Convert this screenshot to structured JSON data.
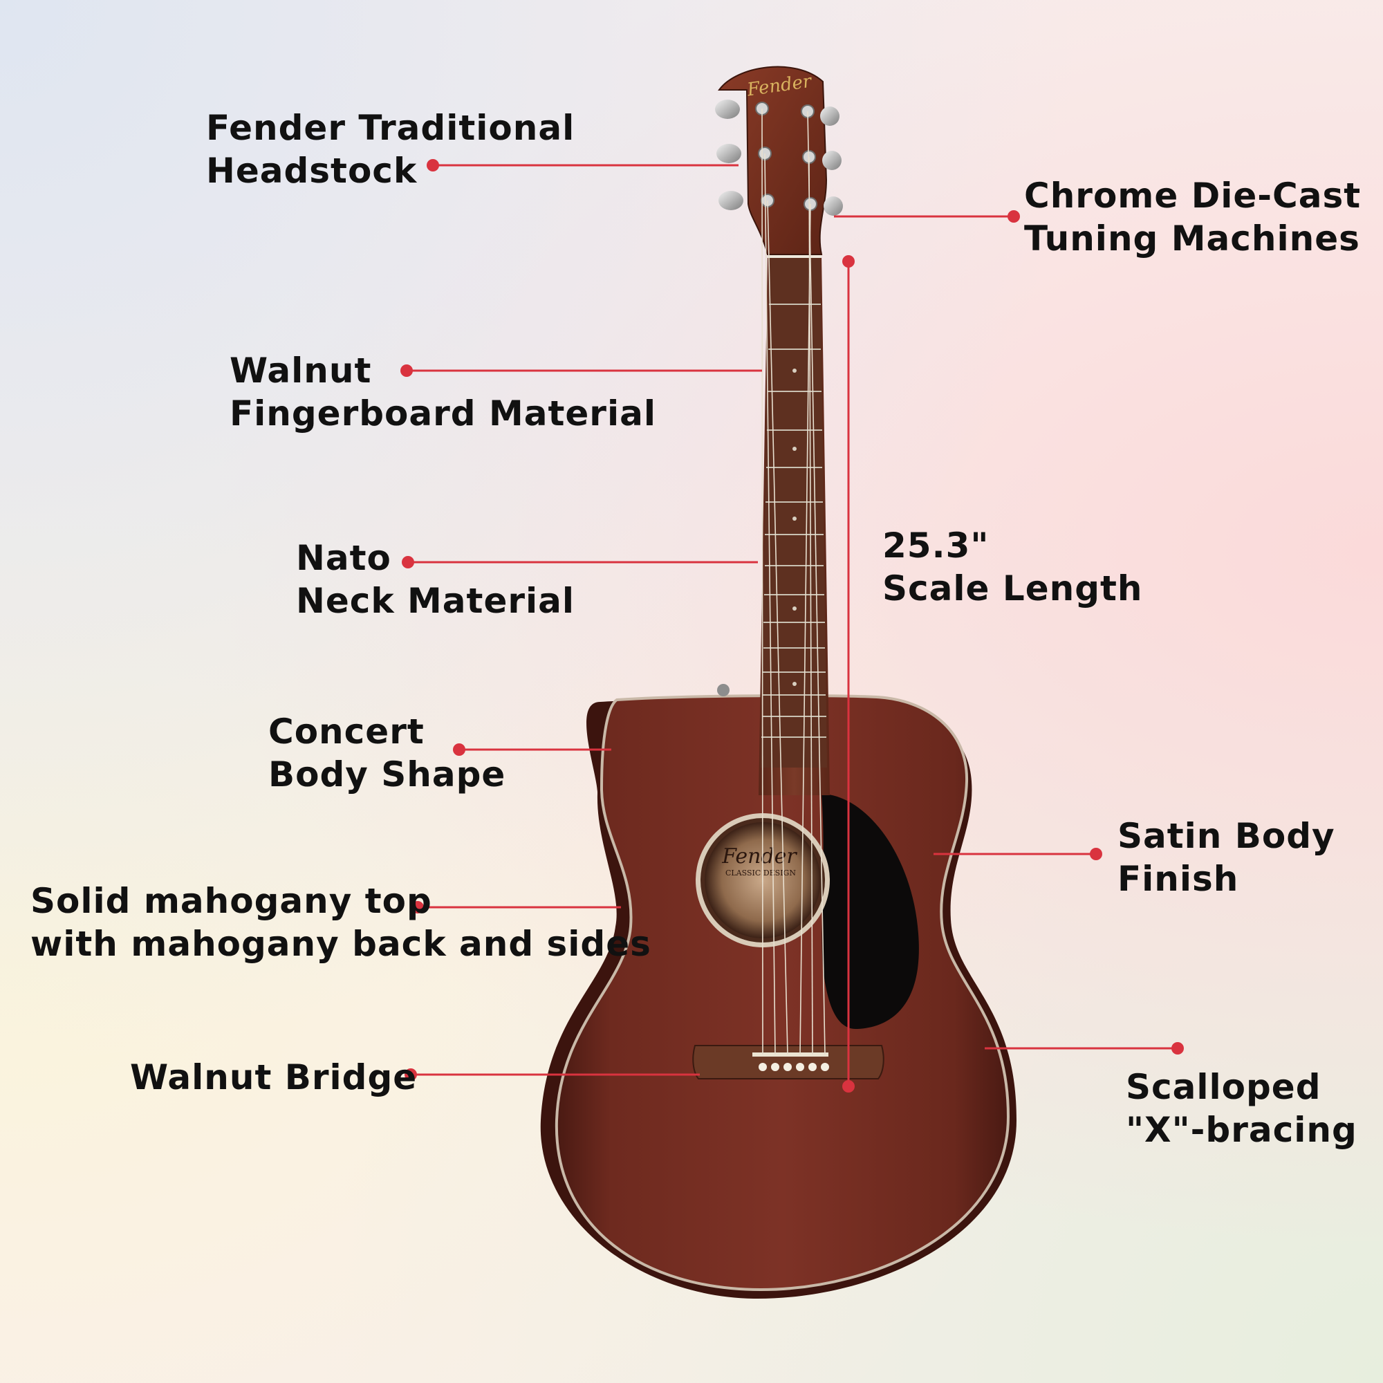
{
  "accent_color": "#d9333f",
  "brand_logo_text": "Fender",
  "soundhole_label_text": "CLASSIC DESIGN",
  "callouts": [
    {
      "id": "headstock",
      "lines": [
        "Fender Traditional",
        "Headstock"
      ]
    },
    {
      "id": "tuning-machines",
      "lines": [
        "Chrome Die-Cast",
        "Tuning Machines"
      ]
    },
    {
      "id": "fingerboard",
      "lines": [
        "Walnut",
        "Fingerboard Material"
      ]
    },
    {
      "id": "neck",
      "lines": [
        "Nato",
        "Neck Material"
      ]
    },
    {
      "id": "scale-length",
      "lines": [
        "25.3\"",
        "Scale Length"
      ]
    },
    {
      "id": "body-shape",
      "lines": [
        "Concert",
        "Body Shape"
      ]
    },
    {
      "id": "body-finish",
      "lines": [
        "Satin Body",
        "Finish"
      ]
    },
    {
      "id": "tonewoods",
      "lines": [
        "Solid mahogany top",
        "with mahogany back and sides"
      ]
    },
    {
      "id": "bridge",
      "lines": [
        "Walnut Bridge"
      ]
    },
    {
      "id": "bracing",
      "lines": [
        "Scalloped",
        "\"X\"-bracing"
      ]
    }
  ]
}
